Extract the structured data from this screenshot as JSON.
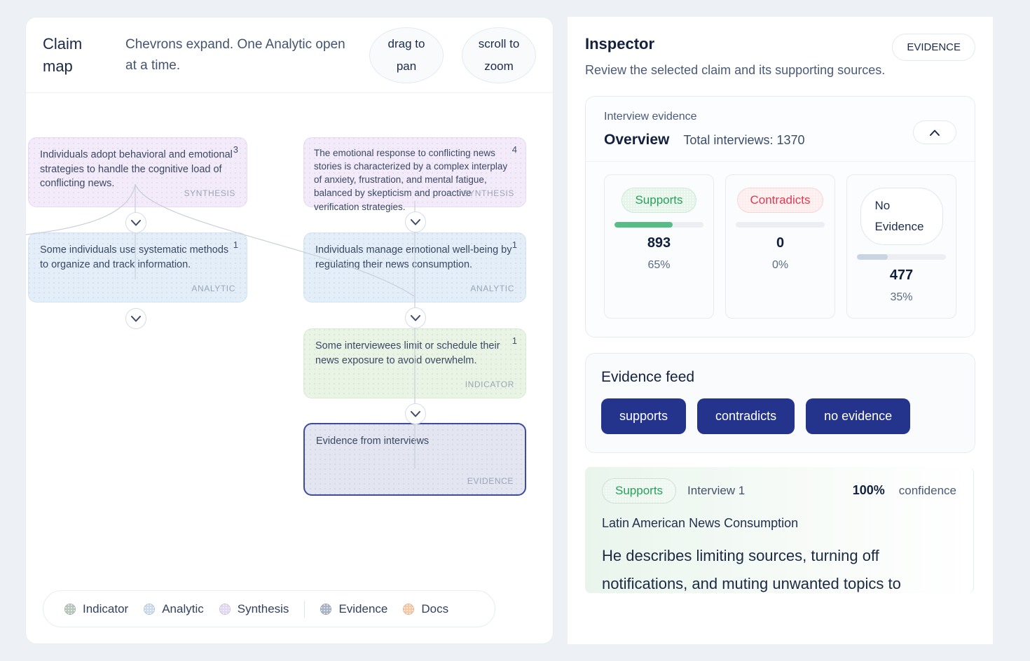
{
  "claim_map": {
    "title": "Claim map",
    "hint": "Chevrons expand. One Analytic open at a time.",
    "hint_pills": [
      {
        "label": "drag to pan"
      },
      {
        "label": "scroll to zoom"
      }
    ],
    "nodes": [
      {
        "number": "3",
        "type": "SYNTHESIS",
        "text": "Individuals adopt behavioral and emotional strategies to handle the cognitive load of conflicting news."
      },
      {
        "number": "4",
        "type": "SYNTHESIS",
        "text": "The emotional response to conflicting news stories is characterized by a complex interplay of anxiety, frustration, and mental fatigue, balanced by skepticism and proactive verification strategies."
      },
      {
        "number": "1",
        "type": "ANALYTIC",
        "text": "Some individuals use systematic methods to organize and track information."
      },
      {
        "number": "1",
        "type": "ANALYTIC",
        "text": "Individuals manage emotional well-being by regulating their news consumption."
      },
      {
        "number": "1",
        "type": "INDICATOR",
        "text": "Some interviewees limit or schedule their news exposure to avoid overwhelm."
      },
      {
        "type": "EVIDENCE",
        "text": "Evidence from interviews"
      }
    ],
    "legend": [
      {
        "label": "Indicator",
        "color": "#b7c5bb"
      },
      {
        "label": "Analytic",
        "color": "#ccdaea"
      },
      {
        "label": "Synthesis",
        "color": "#e3d8f1"
      },
      {
        "label": "Evidence",
        "color": "#a9b3c4"
      },
      {
        "label": "Docs",
        "color": "#f6c9a4"
      }
    ]
  },
  "inspector": {
    "title": "Inspector",
    "badge": "EVIDENCE",
    "subtitle": "Review the selected claim and its supporting sources.",
    "interview": {
      "eyebrow": "Interview evidence",
      "heading": "Overview",
      "total": "Total interviews: 1370",
      "stats": [
        {
          "label": "Supports",
          "count": "893",
          "percent": "65%",
          "bar": 65
        },
        {
          "label": "Contradicts",
          "count": "0",
          "percent": "0%",
          "bar": 0
        },
        {
          "label": "No Evidence",
          "count": "477",
          "percent": "35%",
          "bar": 35
        }
      ]
    },
    "feed": {
      "heading": "Evidence feed",
      "filters": [
        {
          "label": "supports"
        },
        {
          "label": "contradicts"
        },
        {
          "label": "no evidence"
        }
      ],
      "item": {
        "badge": "Supports",
        "source": "Interview 1",
        "confidence_value": "100%",
        "confidence_label": "confidence",
        "title": "Latin American News Consumption",
        "quote": "He describes limiting sources, turning off notifications, and muting unwanted topics to"
      }
    }
  },
  "colors": {
    "accent_navy": "#24348c",
    "supports_green": "#57bd87",
    "contradicts_red": "#e03a52",
    "no_evidence_gray": "#c9d4e3"
  }
}
